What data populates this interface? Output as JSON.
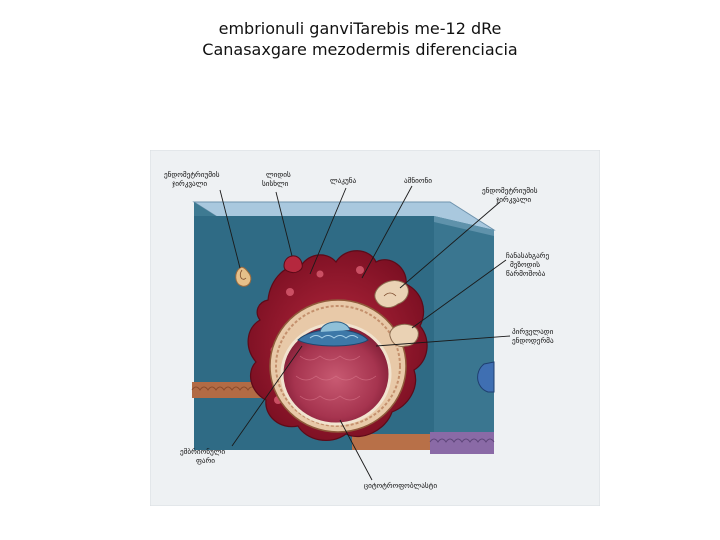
{
  "slide": {
    "title_line1": "embrionuli ganviTarebis me-12 dRe",
    "title_line2": "Canasaxgare mezodermis diferenciacia"
  },
  "figure": {
    "labels": {
      "top_left_1": "ენდომეტრიუმის",
      "top_left_2": "ჯირკვალი",
      "blood_vessel_1": "ლიდის",
      "blood_vessel_2": "სისხლი",
      "lacuna": "ლაკუნა",
      "amnion": "ამნიონი",
      "top_right_1": "ენდომეტრიუმის",
      "top_right_2": "ჯირკვალი",
      "extra_mesoderm_1": "ჩანასახგარე",
      "extra_mesoderm_2": "მეზოდის",
      "extra_mesoderm_3": "წარმოშობა",
      "primary_endoderm_1": "პირველადი",
      "primary_endoderm_2": "ენდოდერმა",
      "embryonic_disc_1": "ემბრიონული",
      "embryonic_disc_2": "ფარი",
      "cytotrophoblast": "ციტოტროფობლასტი"
    }
  }
}
